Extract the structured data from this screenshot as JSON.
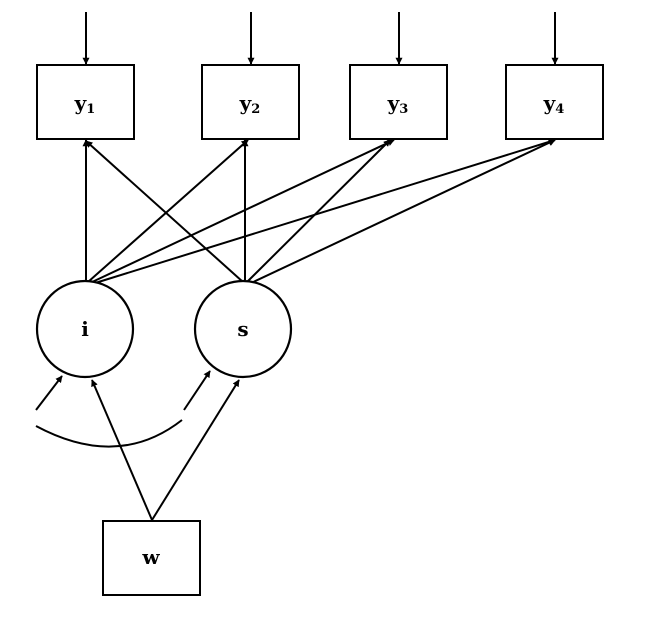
{
  "observed": [
    {
      "id": "y1",
      "base": "y",
      "sub": "1"
    },
    {
      "id": "y2",
      "base": "y",
      "sub": "2"
    },
    {
      "id": "y3",
      "base": "y",
      "sub": "3"
    },
    {
      "id": "y4",
      "base": "y",
      "sub": "4"
    }
  ],
  "latent": [
    {
      "id": "i",
      "label": "i"
    },
    {
      "id": "s",
      "label": "s"
    }
  ],
  "covariate": {
    "id": "w",
    "label": "w"
  },
  "colors": {
    "line": "#000000",
    "background": "#ffffff"
  }
}
